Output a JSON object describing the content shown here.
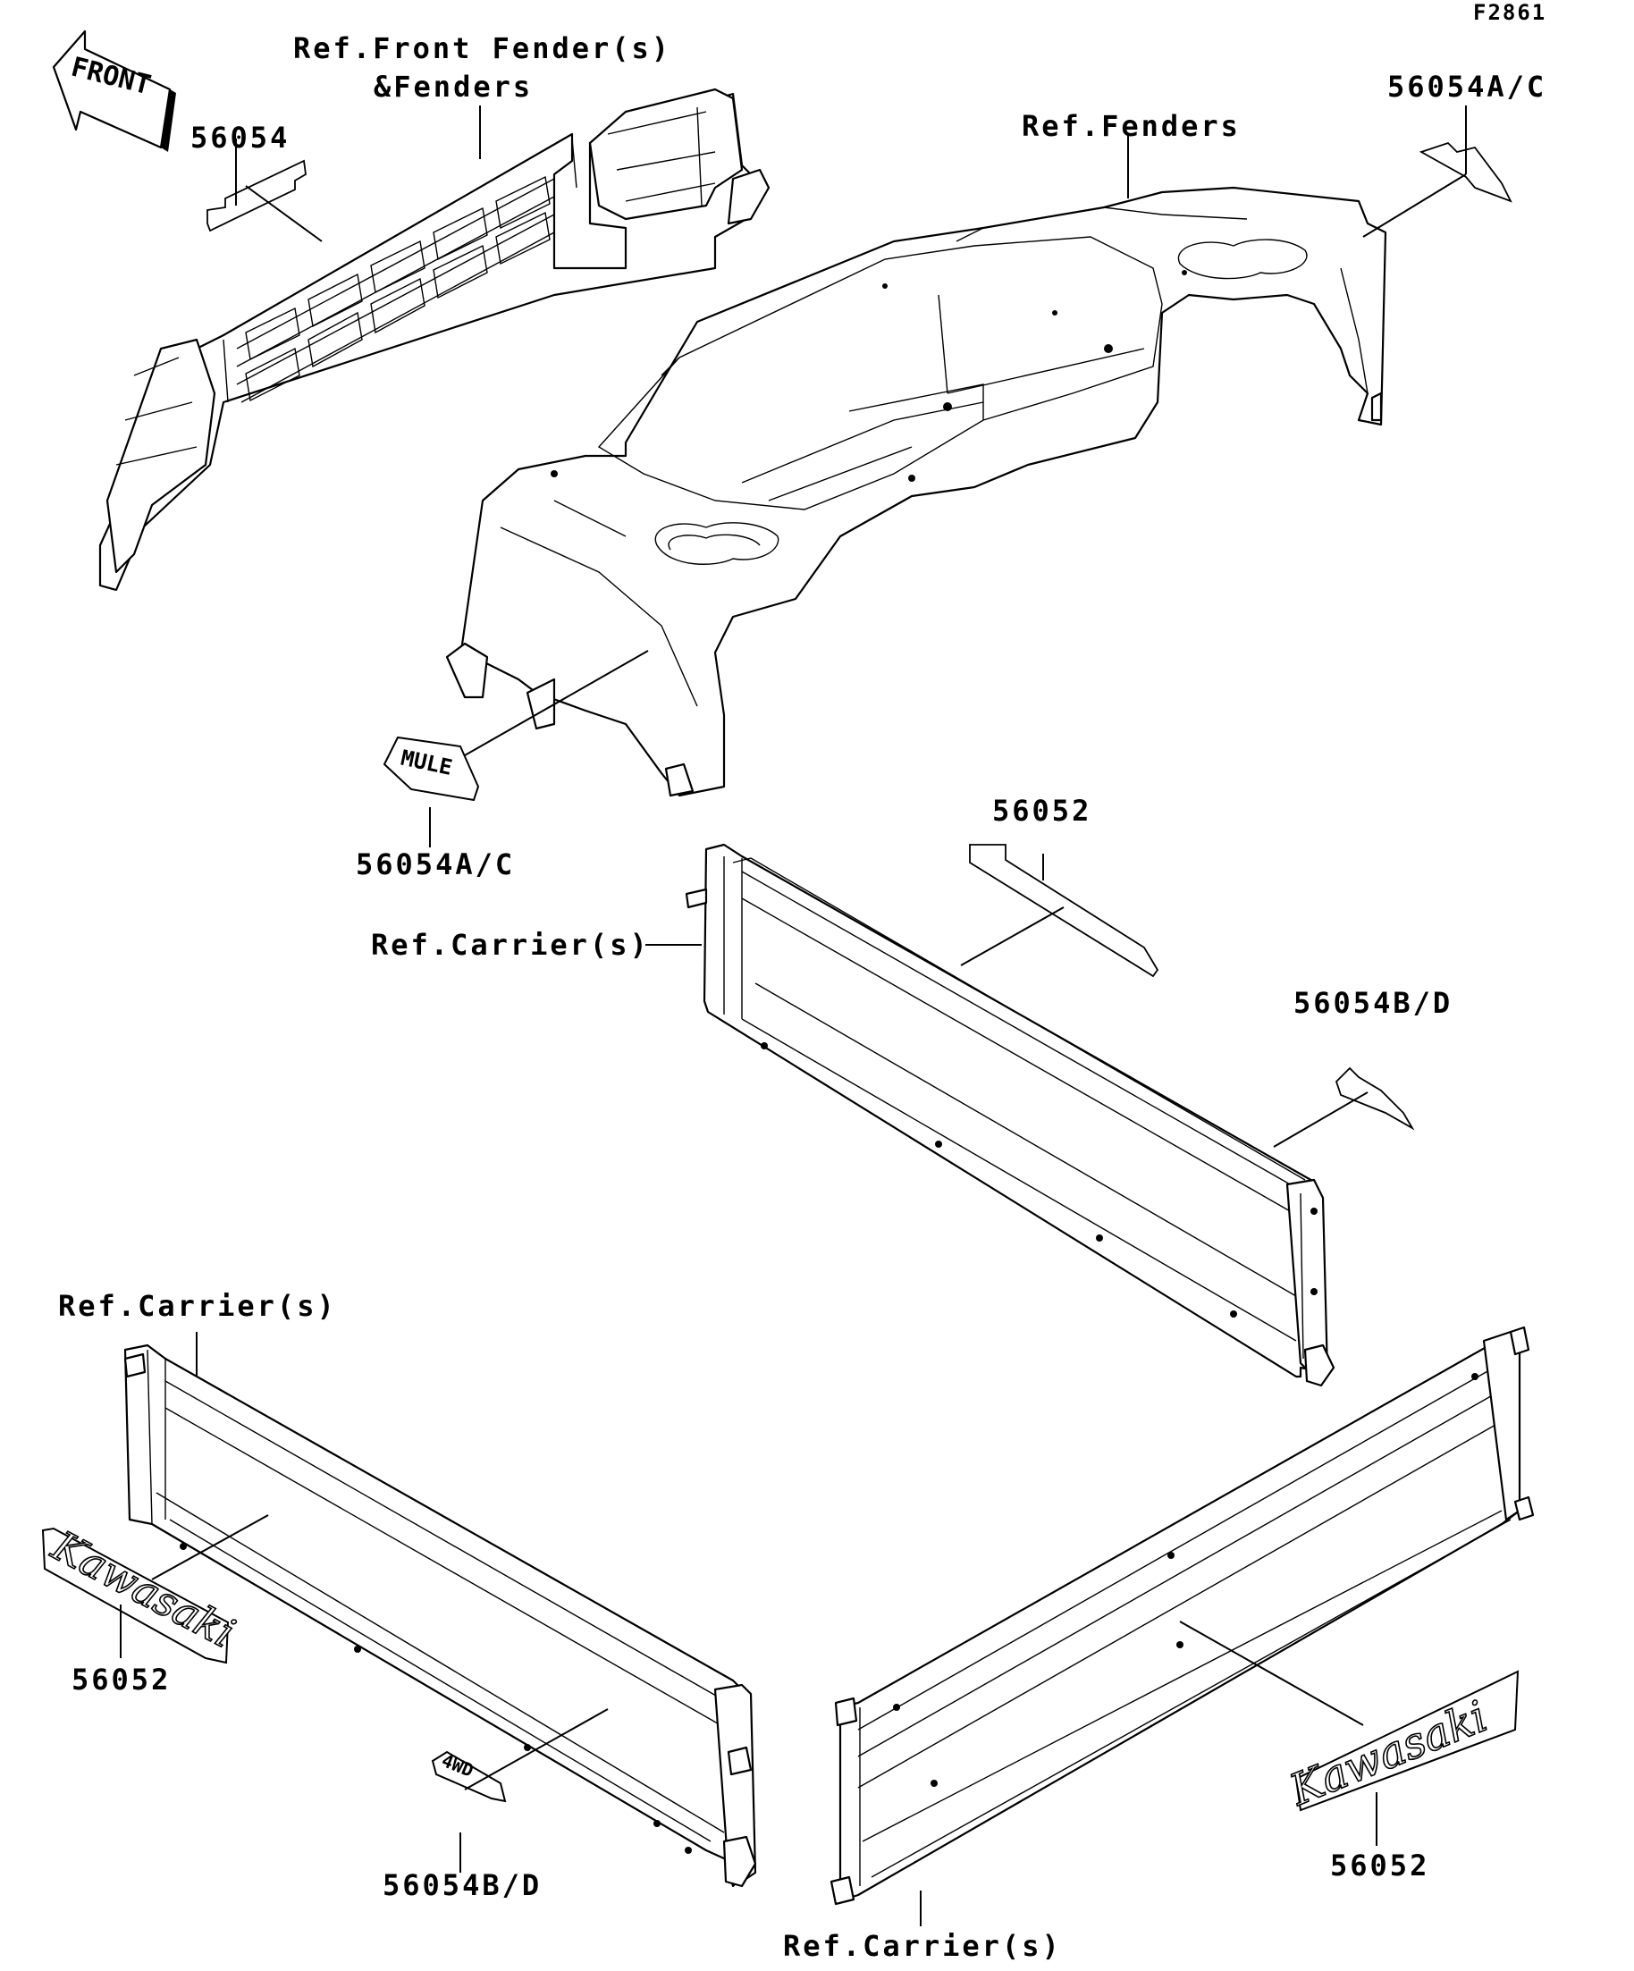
{
  "figure_id": "F2861",
  "front_arrow": "FRONT",
  "labels": {
    "ref_front_fender_line1": "Ref.Front Fender(s)",
    "ref_front_fender_line2": "&Fenders",
    "ref_fenders": "Ref.Fenders",
    "part_56054_top": "56054",
    "part_56054ac_top": "56054A/C",
    "part_56054ac_mid": "56054A/C",
    "part_56052_mid": "56052",
    "ref_carrier_mid": "Ref.Carrier(s)",
    "part_56054bd_right": "56054B/D",
    "ref_carrier_left": "Ref.Carrier(s)",
    "part_56052_left": "56052",
    "part_56054bd_bottom": "56054B/D",
    "part_56052_right": "56052",
    "ref_carrier_bottom": "Ref.Carrier(s)"
  },
  "decals": {
    "mule_badge": "MULE",
    "kawasaki_left": "Kawasaki",
    "kawasaki_right": "Kawasaki",
    "fourwd_badge": "4WD"
  }
}
